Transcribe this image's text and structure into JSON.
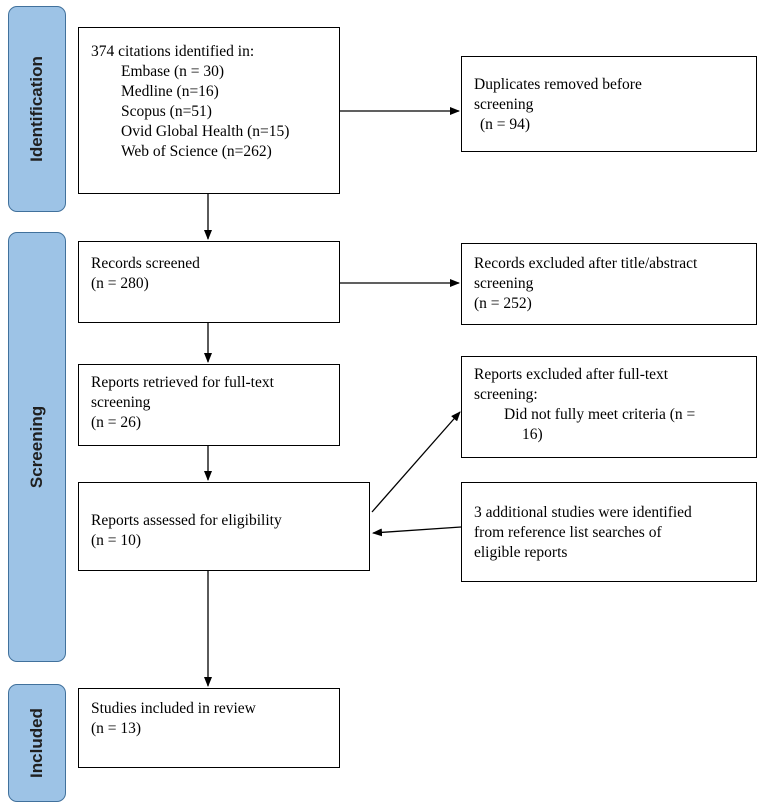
{
  "phases": {
    "identification": "Identification",
    "screening": "Screening",
    "included": "Included"
  },
  "boxes": {
    "citations": {
      "title": "374 citations identified in:",
      "sources": [
        "Embase (n = 30)",
        "Medline (n=16)",
        "Scopus (n=51)",
        "Ovid Global Health (n=15)",
        "Web of Science (n=262)"
      ]
    },
    "duplicates": {
      "line1": "Duplicates removed before",
      "line2": "screening",
      "line3": "(n = 94)"
    },
    "screened": {
      "line1": "Records screened",
      "line2": "(n = 280)"
    },
    "excluded_title": {
      "line1": "Records excluded after title/abstract",
      "line2": "screening",
      "line3": "(n = 252)"
    },
    "retrieved": {
      "line1": "Reports retrieved for full-text",
      "line2": "screening",
      "line3": "(n = 26)"
    },
    "excluded_fulltext": {
      "line1": "Reports excluded after full-text",
      "line2": "screening:",
      "line3": "Did not fully meet criteria (n =",
      "line4": "16)"
    },
    "eligibility": {
      "line1": "Reports assessed for eligibility",
      "line2": "(n = 10)"
    },
    "additional": {
      "line1": "3 additional studies were identified",
      "line2": "from reference list searches of",
      "line3": "eligible reports"
    },
    "included": {
      "line1": "Studies included in review",
      "line2": "(n = 13)"
    }
  }
}
